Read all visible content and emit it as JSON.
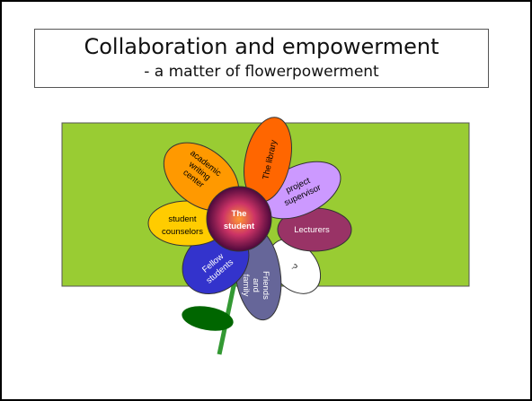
{
  "title": {
    "line1": "Collaboration and empowerment",
    "line2": "- a matter of flowerpowerment"
  },
  "flower": {
    "center_line1": "The",
    "center_line2": "student",
    "petals": {
      "academic_line1": "academic",
      "academic_line2": "writing",
      "academic_line3": "center",
      "library": "The library",
      "supervisor_line1": "project",
      "supervisor_line2": "supervisor",
      "counselors_line1": "student",
      "counselors_line2": "counselors",
      "lecturers": "Lecturers",
      "fellow_line1": "Fellow",
      "fellow_line2": "students",
      "friends_line1": "Friends",
      "friends_line2": "and",
      "friends_line3": "family",
      "unknown": "?"
    }
  },
  "colors": {
    "background_panel": "#99cc33",
    "academic_petal": "#ff9900",
    "library_petal": "#ff6600",
    "supervisor_petal": "#cc99ff",
    "counselors_petal": "#ffcc00",
    "lecturers_petal": "#993366",
    "fellow_petal": "#3333cc",
    "friends_petal": "#666699",
    "unknown_petal": "#ffffff",
    "stem": "#339933",
    "leaf": "#006600"
  }
}
